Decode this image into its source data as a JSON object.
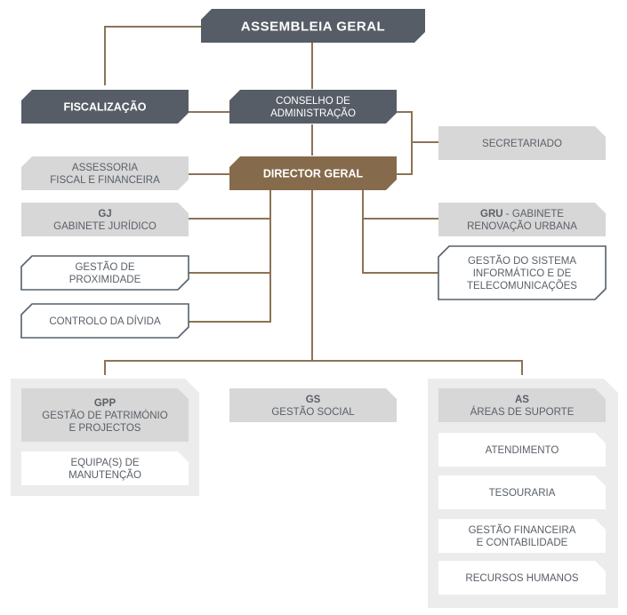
{
  "colors": {
    "dark": "#565d66",
    "brown": "#856b4b",
    "light": "#d7d7d7",
    "panel": "#ececec",
    "outline": "#55606b",
    "white": "#ffffff",
    "line": "#8b7356",
    "text_dark": "#5a6068",
    "text_light": "#ffffff"
  },
  "nodes": {
    "assembleia": [
      "ASSEMBLEIA GERAL"
    ],
    "fiscalizacao": [
      "FISCALIZAÇÃO"
    ],
    "conselho": [
      "CONSELHO DE",
      "ADMINISTRAÇÃO"
    ],
    "secretariado": [
      "SECRETARIADO"
    ],
    "assessoria": [
      "ASSESSORIA",
      "FISCAL E FINANCEIRA"
    ],
    "director": [
      "DIRECTOR GERAL"
    ],
    "gj": {
      "code": "GJ",
      "lines": [
        "GABINETE JURÍDICO"
      ]
    },
    "gru": {
      "code": "GRU",
      "first": " - GABINETE",
      "lines": [
        "RENOVAÇÃO URBANA"
      ]
    },
    "proximidade": [
      "GESTÃO DE",
      "PROXIMIDADE"
    ],
    "sistema": [
      "GESTÃO DO SISTEMA",
      "INFORMÁTICO E DE",
      "TELECOMUNICAÇÕES"
    ],
    "divida": [
      "CONTROLO DA DÍVIDA"
    ],
    "gpp": {
      "code": "GPP",
      "lines": [
        "GESTÃO DE PATRIMÓNIO",
        "E PROJECTOS"
      ]
    },
    "manutencao": [
      "EQUIPA(S) DE",
      "MANUTENÇÃO"
    ],
    "gs": {
      "code": "GS",
      "lines": [
        "GESTÃO SOCIAL"
      ]
    },
    "as": {
      "code": "AS",
      "lines": [
        "ÁREAS DE SUPORTE"
      ]
    },
    "atendimento": [
      "ATENDIMENTO"
    ],
    "tesouraria": [
      "TESOURARIA"
    ],
    "financeira": [
      "GESTÃO FINANCEIRA",
      "E CONTABILIDADE"
    ],
    "rh": [
      "RECURSOS HUMANOS"
    ]
  }
}
